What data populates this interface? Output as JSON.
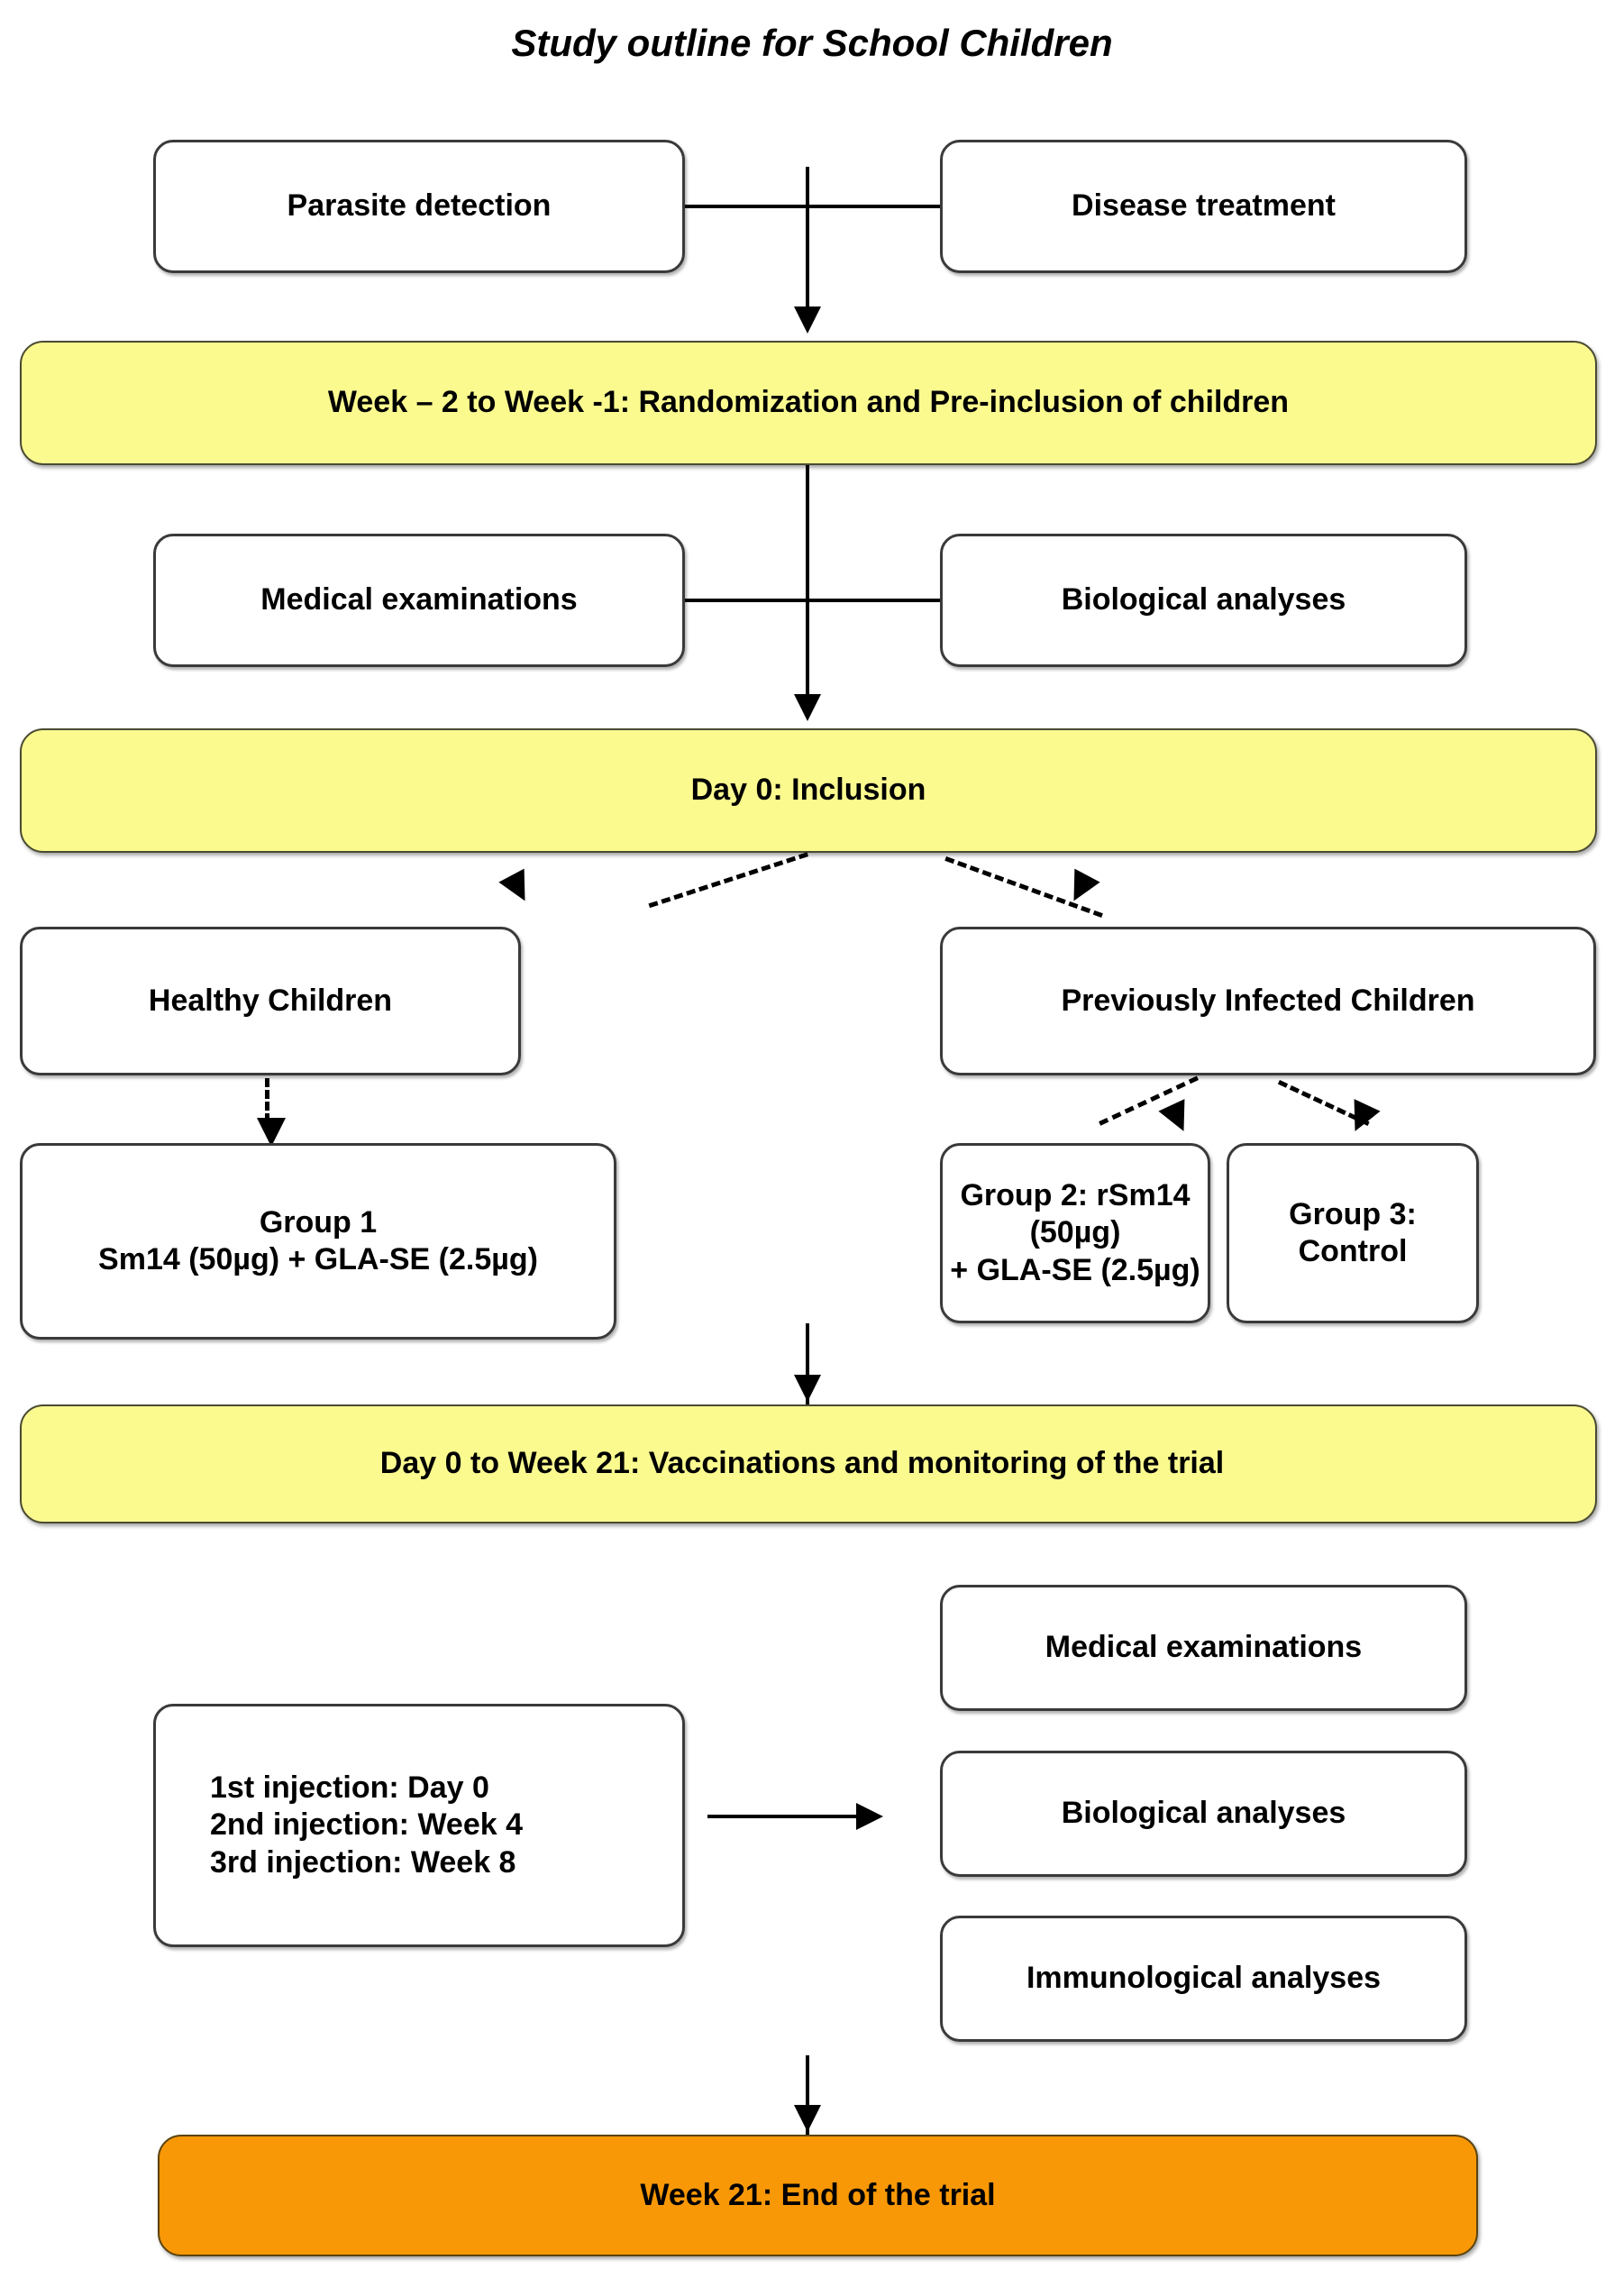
{
  "title": "Study outline for School Children",
  "colors": {
    "phase_band": "#FAFA8F",
    "end_band": "#F99806",
    "box_border": "#3A3A3A",
    "box_fill": "#FFFFFF",
    "connector": "#000000"
  },
  "nodes": {
    "parasite_detection": "Parasite detection",
    "disease_treatment": "Disease treatment",
    "phase_preinclusion": "Week – 2 to Week -1: Randomization and Pre-inclusion of children",
    "medical_examinations_top": "Medical examinations",
    "biological_analyses_top": "Biological analyses",
    "phase_inclusion": "Day 0: Inclusion",
    "healthy_children": "Healthy Children",
    "previously_infected_children": "Previously Infected Children",
    "group1": "Group 1\nSm14 (50µg) + GLA-SE (2.5µg)",
    "group2": "Group 2: rSm14 (50µg)\n+ GLA-SE (2.5µg)",
    "group3": "Group 3:\nControl",
    "phase_vaccination": "Day 0 to Week 21: Vaccinations and monitoring of the trial",
    "injection_schedule": "1st injection: Day 0\n2nd injection: Week 4\n3rd injection: Week 8",
    "medical_examinations_bottom": "Medical examinations",
    "biological_analyses_bottom": "Biological analyses",
    "immunological_analyses": "Immunological analyses",
    "phase_end": "Week 21: End of the trial"
  }
}
